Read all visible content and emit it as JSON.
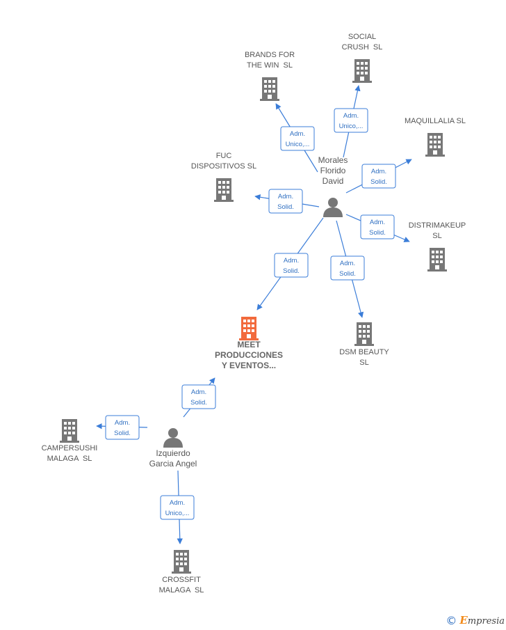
{
  "colors": {
    "edge": "#3b7dd8",
    "company_icon": "#777777",
    "company_main_icon": "#f26a3c",
    "person_icon": "#777777",
    "relation_border": "#3b7dd8",
    "relation_text": "#2f6fc1"
  },
  "nodes": [
    {
      "id": "brands",
      "type": "company",
      "label_lines": [
        "BRANDS FOR",
        "THE WIN  SL"
      ],
      "icon": "building-icon"
    },
    {
      "id": "social",
      "type": "company",
      "label_lines": [
        "SOCIAL",
        "CRUSH  SL"
      ],
      "icon": "building-icon"
    },
    {
      "id": "maquillalia",
      "type": "company",
      "label_lines": [
        "MAQUILLALIA SL"
      ],
      "icon": "building-icon"
    },
    {
      "id": "fuc",
      "type": "company",
      "label_lines": [
        "FUC",
        "DISPOSITIVOS SL"
      ],
      "icon": "building-icon"
    },
    {
      "id": "distrimakeup",
      "type": "company",
      "label_lines": [
        "DISTRIMAKEUP",
        "SL"
      ],
      "icon": "building-icon"
    },
    {
      "id": "dsm",
      "type": "company",
      "label_lines": [
        "DSM BEAUTY",
        "SL"
      ],
      "icon": "building-icon"
    },
    {
      "id": "meet",
      "type": "company-main",
      "label_lines": [
        "MEET",
        "PRODUCCIONES",
        "Y EVENTOS..."
      ],
      "icon": "building-icon"
    },
    {
      "id": "campersushi",
      "type": "company",
      "label_lines": [
        "CAMPERSUSHI",
        "MALAGA  SL"
      ],
      "icon": "building-icon"
    },
    {
      "id": "crossfit",
      "type": "company",
      "label_lines": [
        "CROSSFIT",
        "MALAGA  SL"
      ],
      "icon": "building-icon"
    },
    {
      "id": "morales",
      "type": "person",
      "label_lines": [
        "Morales",
        "Florido",
        "David"
      ],
      "icon": "person-icon"
    },
    {
      "id": "izquierdo",
      "type": "person",
      "label_lines": [
        "Izquierdo",
        "Garcia Angel"
      ],
      "icon": "person-icon"
    }
  ],
  "edges": [
    {
      "from": "morales",
      "to": "brands",
      "label_lines": [
        "Adm.",
        "Unico,..."
      ]
    },
    {
      "from": "morales",
      "to": "social",
      "label_lines": [
        "Adm.",
        "Unico,..."
      ]
    },
    {
      "from": "morales",
      "to": "maquillalia",
      "label_lines": [
        "Adm.",
        "Solid."
      ]
    },
    {
      "from": "morales",
      "to": "fuc",
      "label_lines": [
        "Adm.",
        "Solid."
      ]
    },
    {
      "from": "morales",
      "to": "distrimakeup",
      "label_lines": [
        "Adm.",
        "Solid."
      ]
    },
    {
      "from": "morales",
      "to": "dsm",
      "label_lines": [
        "Adm.",
        "Solid."
      ]
    },
    {
      "from": "morales",
      "to": "meet",
      "label_lines": [
        "Adm.",
        "Solid."
      ]
    },
    {
      "from": "izquierdo",
      "to": "meet",
      "label_lines": [
        "Adm.",
        "Solid."
      ]
    },
    {
      "from": "izquierdo",
      "to": "campersushi",
      "label_lines": [
        "Adm.",
        "Solid."
      ]
    },
    {
      "from": "izquierdo",
      "to": "crossfit",
      "label_lines": [
        "Adm.",
        "Unico,..."
      ]
    }
  ],
  "footer": {
    "copyright_symbol": "©",
    "brand_first": "E",
    "brand_rest": "mpresia"
  }
}
